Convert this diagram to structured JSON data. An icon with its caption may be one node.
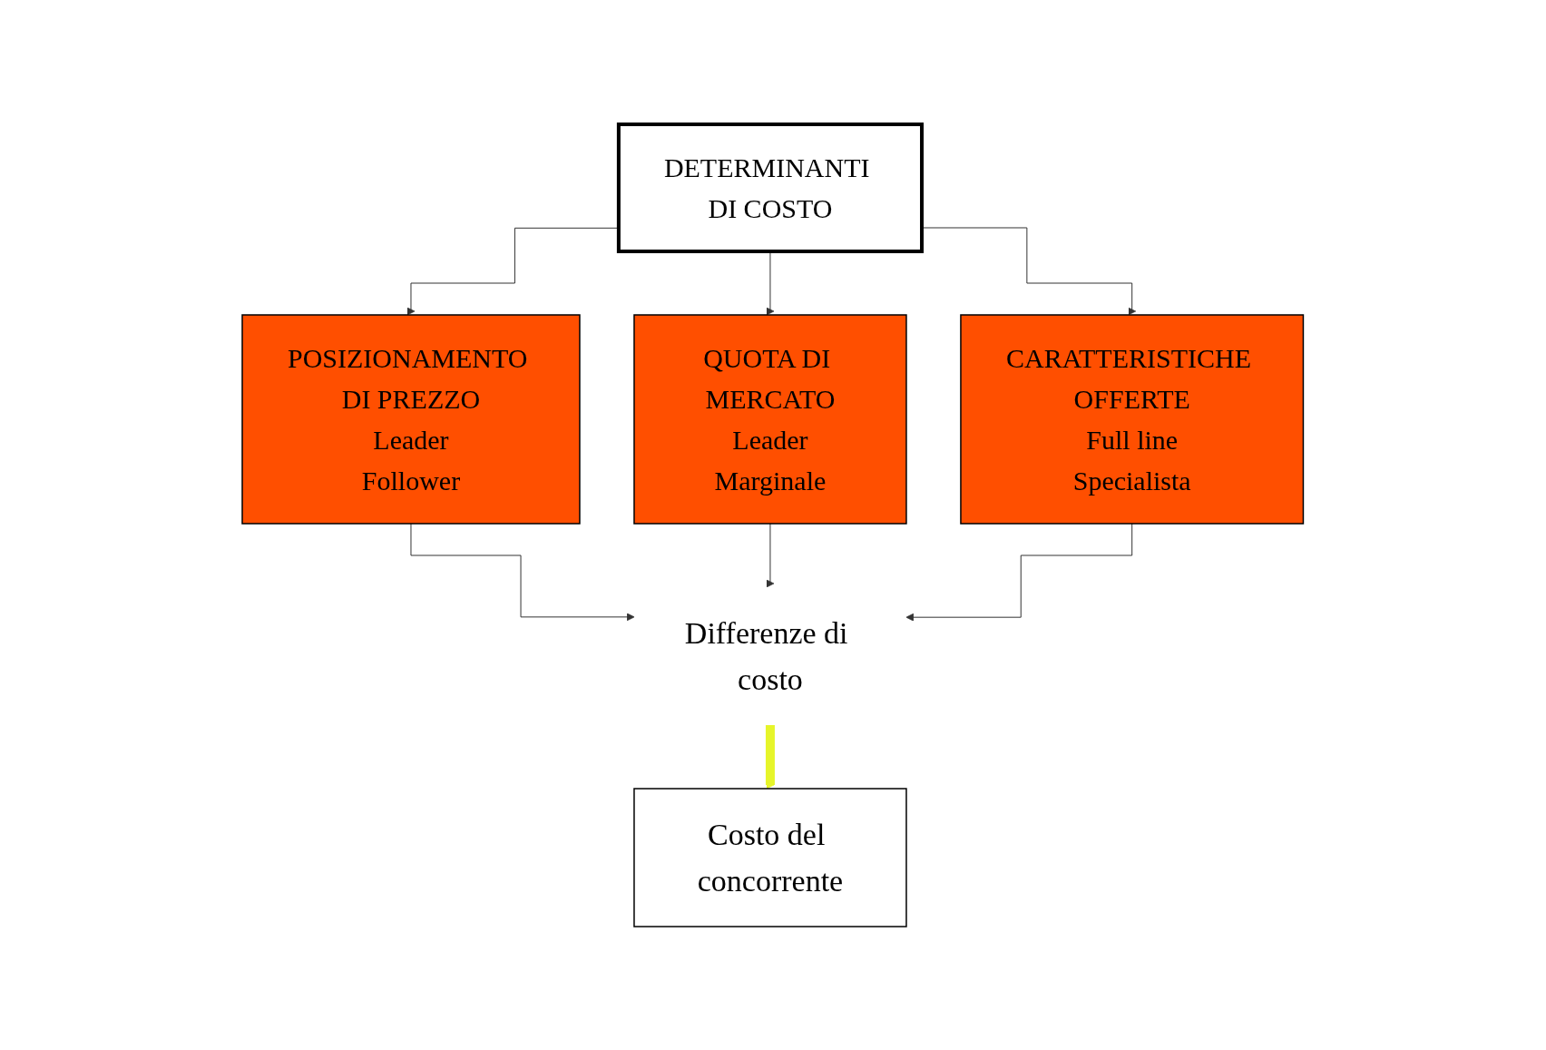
{
  "diagram": {
    "nodes": [
      {
        "text": [
          "DETERMINANTI DI COSTO"
        ]
      },
      {
        "text": [
          "POSIZIONAMENTO DI PREZZO",
          "Leader",
          "Follower"
        ]
      },
      {
        "text": [
          "QUOTA DI MERCATO",
          "Leader",
          "Marginale"
        ]
      },
      {
        "text": [
          "CARATTERISTICHE OFFERTE",
          "Full line",
          "Specialista"
        ]
      },
      {
        "text": [
          "Differenze di costo"
        ]
      },
      {
        "text": [
          "Costo del concorrente"
        ]
      }
    ],
    "edges": [
      {
        "from": 0,
        "to": 1,
        "arrow": "to"
      },
      {
        "from": 0,
        "to": 2,
        "arrow": "to"
      },
      {
        "from": 0,
        "to": 3,
        "arrow": "to"
      },
      {
        "from": 1,
        "to": 4,
        "arrow": "to"
      },
      {
        "from": 2,
        "to": 4,
        "arrow": "to"
      },
      {
        "from": 3,
        "to": 4,
        "arrow": "to"
      },
      {
        "from": 4,
        "to": 5,
        "arrow": "to",
        "style": "thick",
        "color": "#e6f52a"
      }
    ]
  }
}
